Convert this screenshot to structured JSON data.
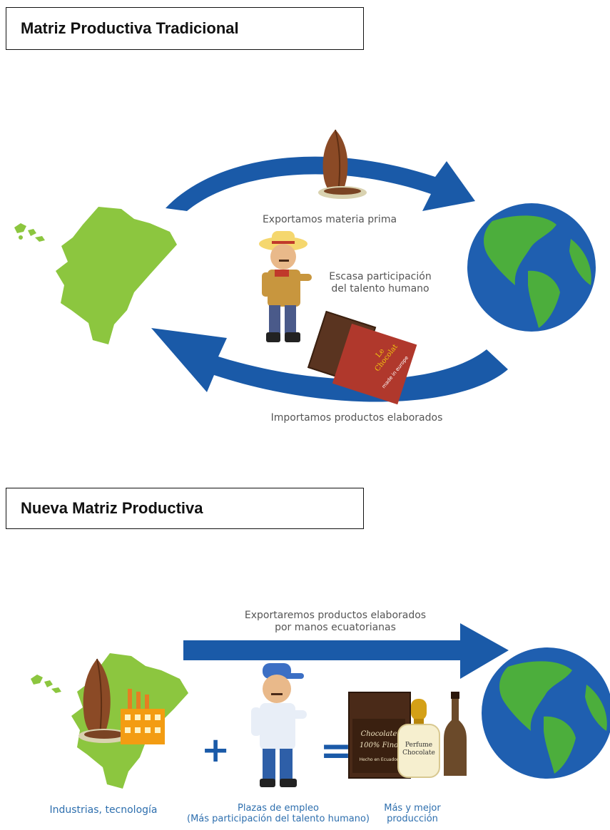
{
  "sections": {
    "traditional": {
      "title": "Matriz Productiva Tradicional",
      "export_label": "Exportamos materia prima",
      "participation_line1": "Escasa participación",
      "participation_line2": "del talento humano",
      "import_label": "Importamos productos elaborados",
      "chocolate_brand": "Le Chocolat",
      "chocolate_origin": "made in europe"
    },
    "new": {
      "title": "Nueva Matriz Productiva",
      "export_line1": "Exportaremos productos elaborados",
      "export_line2": "por manos ecuatorianas",
      "industries_label": "Industrias, tecnología",
      "jobs_line1": "Plazas de empleo",
      "jobs_line2": "(Más participación del talento humano)",
      "production_line1": "Más y mejor",
      "production_line2": "producción",
      "chocolate_line1": "Chocolate",
      "chocolate_line2": "100% Fino",
      "chocolate_line3": "Hecho en Ecuador",
      "perfume_line1": "Perfume",
      "perfume_line2": "Chocolate",
      "plus_symbol": "+",
      "equals_symbol": "="
    }
  },
  "colors": {
    "arrow_blue": "#1a5aa8",
    "land_green": "#8cc63f",
    "ocean_blue": "#1f5fb0",
    "chocolate": "#5a3420",
    "wrapper_red": "#b0382c"
  }
}
